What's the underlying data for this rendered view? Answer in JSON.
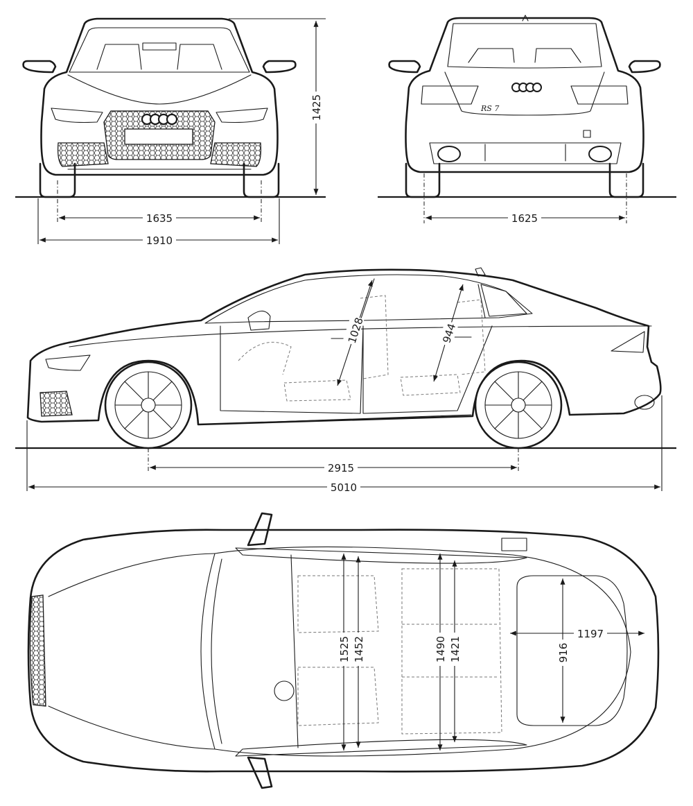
{
  "colors": {
    "line": "#1a1a1a",
    "background": "#ffffff"
  },
  "dimensions": {
    "front_height": "1425",
    "front_track": "1635",
    "width": "1910",
    "rear_track": "1625",
    "wheelbase": "2915",
    "length": "5010",
    "front_headroom": "1028",
    "rear_headroom": "944",
    "front_shoulder_width": "1525",
    "front_elbow_width": "1452",
    "rear_shoulder_width": "1490",
    "rear_elbow_width": "1421",
    "luggage_width": "1197",
    "luggage_depth": "916"
  },
  "badges": {
    "rear_model_script": "RS 7"
  }
}
